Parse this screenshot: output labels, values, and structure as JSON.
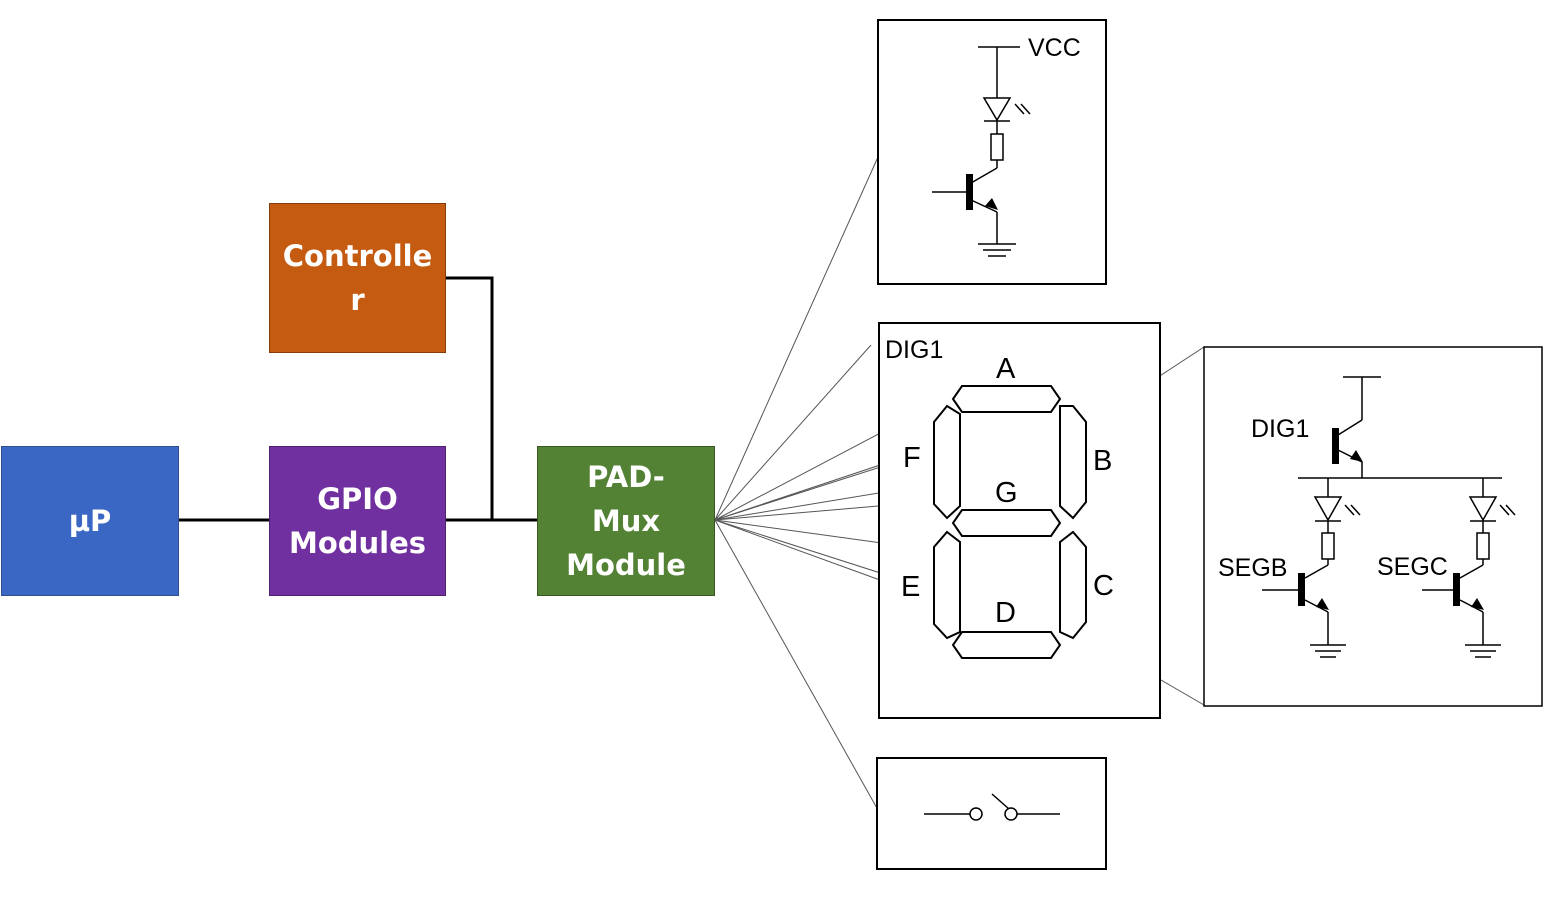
{
  "blocks": {
    "up": {
      "label": "µP",
      "color": "#3a67c4"
    },
    "gpio": {
      "label": "GPIO Modules",
      "color": "#7030a0"
    },
    "controller": {
      "label": "Controlle r",
      "color": "#c55a11"
    },
    "padmux": {
      "label": "PAD- Mux Module",
      "color": "#548235"
    }
  },
  "led_driver": {
    "vcc_label": "VCC"
  },
  "seven_segment": {
    "digit_label": "DIG1",
    "segments": [
      "A",
      "B",
      "C",
      "D",
      "E",
      "F",
      "G"
    ]
  },
  "detail": {
    "digit_label": "DIG1",
    "seg_b_label": "SEGB",
    "seg_c_label": "SEGC"
  }
}
